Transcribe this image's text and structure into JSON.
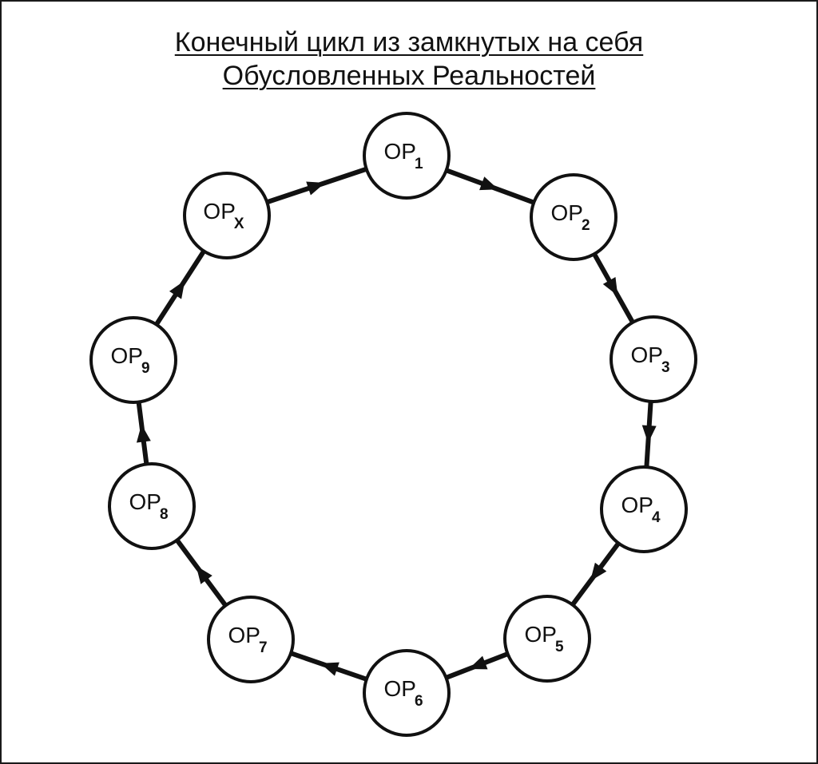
{
  "title": {
    "line1": "Конечный цикл из замкнутых на себя",
    "line2": "Обусловленных Реальностей"
  },
  "nodes": [
    {
      "id": "op1",
      "base": "OP",
      "sub": "1"
    },
    {
      "id": "op2",
      "base": "OP",
      "sub": "2"
    },
    {
      "id": "op3",
      "base": "OP",
      "sub": "3"
    },
    {
      "id": "op4",
      "base": "OP",
      "sub": "4"
    },
    {
      "id": "op5",
      "base": "OP",
      "sub": "5"
    },
    {
      "id": "op6",
      "base": "OP",
      "sub": "6"
    },
    {
      "id": "op7",
      "base": "OP",
      "sub": "7"
    },
    {
      "id": "op8",
      "base": "OP",
      "sub": "8"
    },
    {
      "id": "op9",
      "base": "OP",
      "sub": "9"
    },
    {
      "id": "opx",
      "base": "OP",
      "sub": "X"
    }
  ],
  "edges": [
    {
      "from": "op1",
      "to": "op2"
    },
    {
      "from": "op2",
      "to": "op3"
    },
    {
      "from": "op3",
      "to": "op4"
    },
    {
      "from": "op4",
      "to": "op5"
    },
    {
      "from": "op5",
      "to": "op6"
    },
    {
      "from": "op6",
      "to": "op7"
    },
    {
      "from": "op7",
      "to": "op8"
    },
    {
      "from": "op8",
      "to": "op9"
    },
    {
      "from": "op9",
      "to": "opx"
    },
    {
      "from": "opx",
      "to": "op1"
    }
  ],
  "colors": {
    "stroke": "#111111",
    "node_fill": "#ffffff",
    "background": "#ffffff"
  }
}
